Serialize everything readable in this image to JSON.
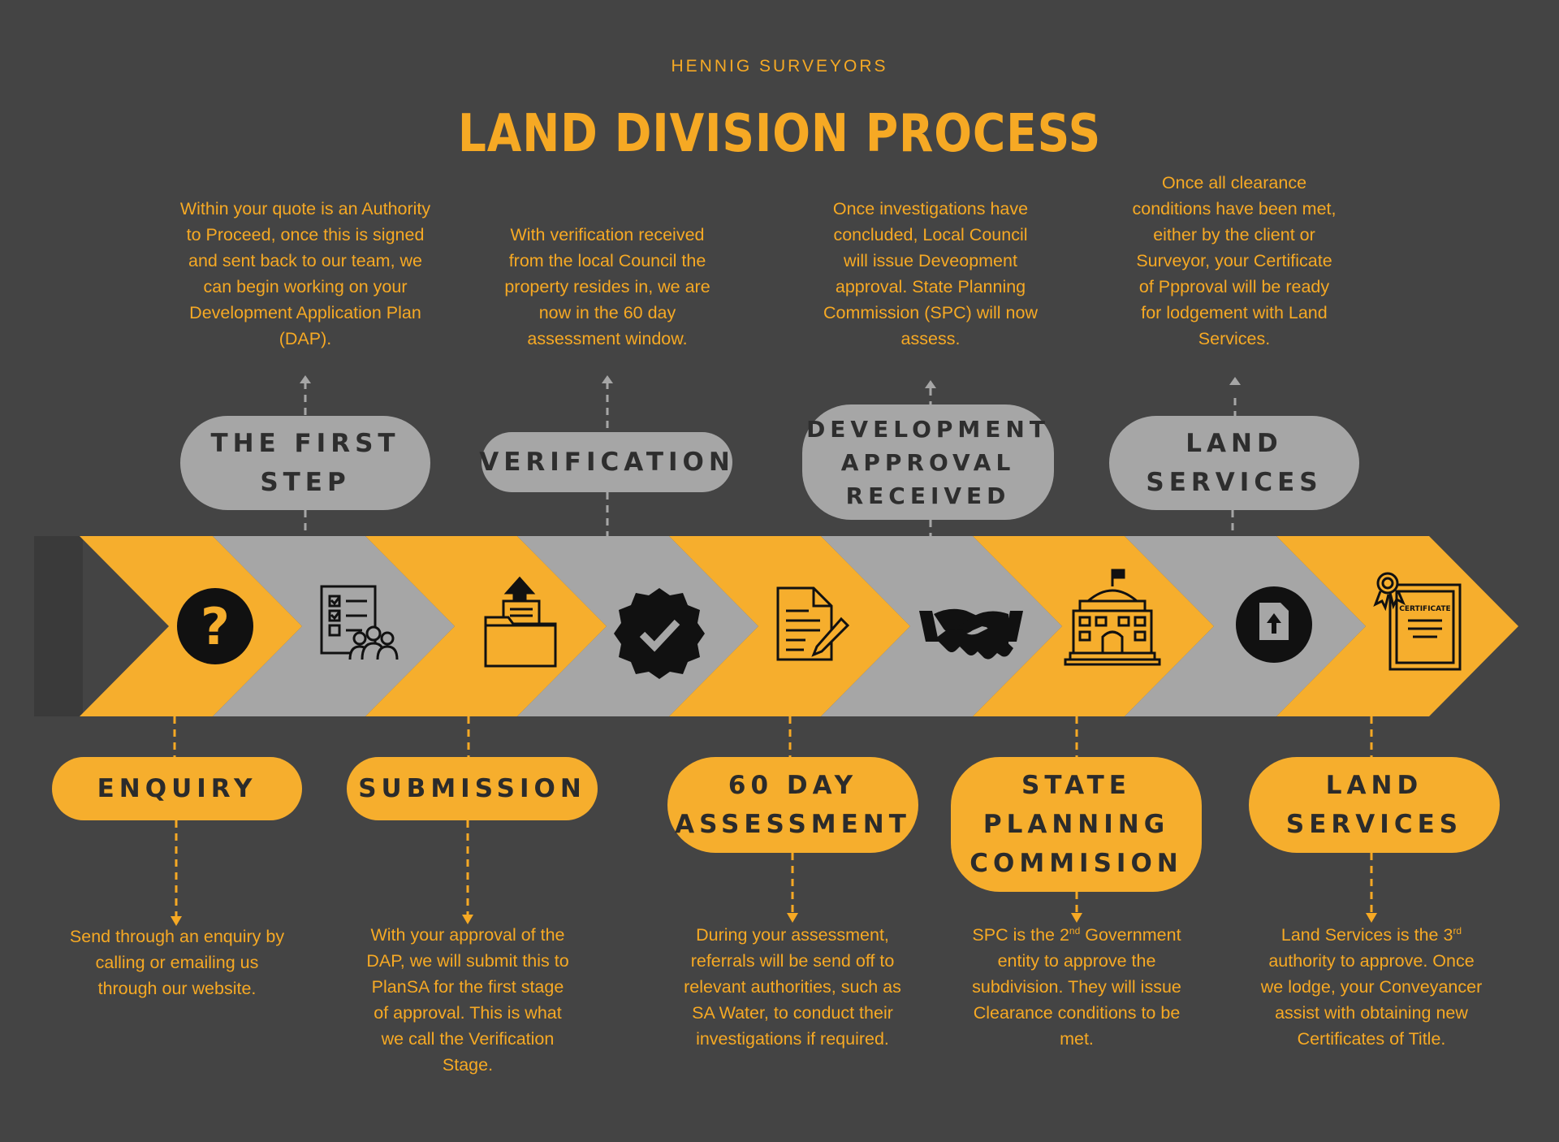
{
  "header": {
    "company": "HENNIG SURVEYORS",
    "title": "LAND DIVISION PROCESS"
  },
  "colors": {
    "background": "#444444",
    "accent": "#F6A924",
    "gray": "#A6A6A6",
    "icon": "#111111"
  },
  "top_steps": [
    {
      "label_lines": [
        "THE FIRST",
        "STEP"
      ],
      "description": "Within your quote is an Authority to Proceed, once this is signed and sent back to our team, we can begin working on your Development Application Plan (DAP)."
    },
    {
      "label_lines": [
        "VERIFICATION"
      ],
      "description": "With verification received from the local Council the property resides in, we are now in the 60 day assessment window."
    },
    {
      "label_lines": [
        "DEVELOPMENT",
        "APPROVAL",
        "RECEIVED"
      ],
      "description": "Once investigations have concluded, Local Council will issue Deveopment approval. State Planning Commission (SPC) will now assess."
    },
    {
      "label_lines": [
        "LAND",
        "SERVICES"
      ],
      "description": "Once all clearance conditions have been met, either by the client or Surveyor, your Certificate of Ppproval will be ready for lodgement with Land Services."
    }
  ],
  "bottom_steps": [
    {
      "label_lines": [
        "ENQUIRY"
      ],
      "description": "Send through an enquiry by calling or emailing us through our website."
    },
    {
      "label_lines": [
        "SUBMISSION"
      ],
      "description": "With your approval of the DAP, we will submit this to PlanSA for the first stage of approval. This is what we call the Verification Stage."
    },
    {
      "label_lines": [
        "60 DAY",
        "ASSESSMENT"
      ],
      "description": "During your assessment, referrals will be send off to relevant authorities, such as SA Water, to conduct their investigations if required."
    },
    {
      "label_lines": [
        "STATE",
        "PLANNING",
        "COMMISION"
      ],
      "description_parts": [
        "SPC is the 2",
        "nd",
        " Government entity to approve the subdivision. They will issue Clearance conditions to be met."
      ]
    },
    {
      "label_lines": [
        "LAND",
        "SERVICES"
      ],
      "description_parts": [
        "Land Services is the 3",
        "rd",
        " authority to approve. Once we lodge, your Conveyancer assist with obtaining new Certificates of Title."
      ]
    }
  ],
  "timeline_icons": [
    "question-icon",
    "checklist-team-icon",
    "folder-upload-icon",
    "verified-badge-icon",
    "document-sign-icon",
    "handshake-icon",
    "government-building-icon",
    "file-upload-icon",
    "certificate-icon"
  ],
  "certificate_text": "CERTIFICATE",
  "question_mark": "?"
}
